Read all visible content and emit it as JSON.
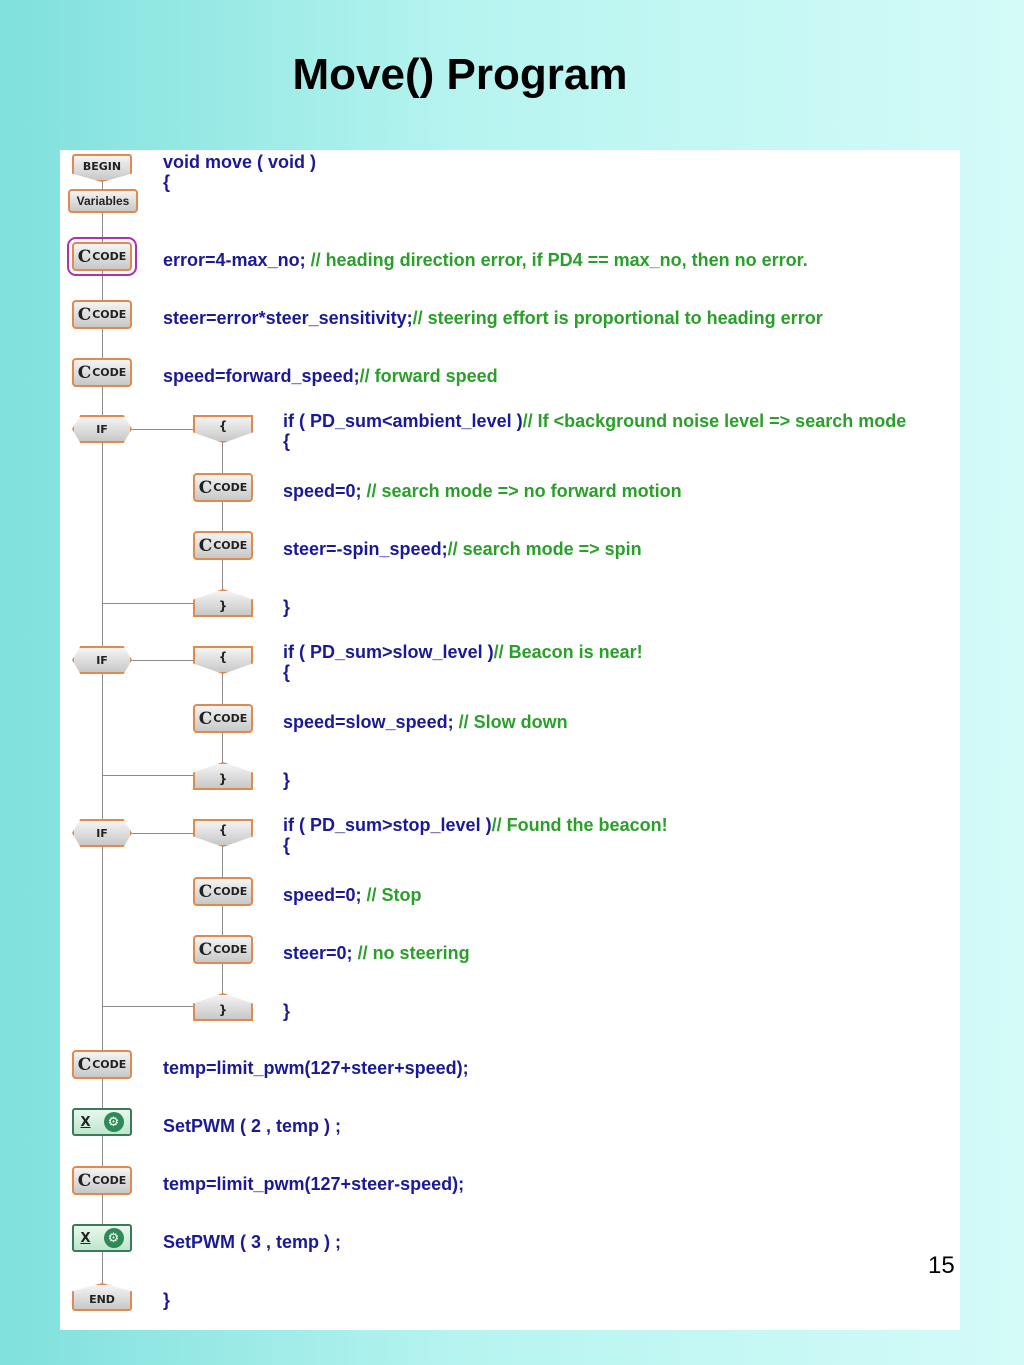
{
  "title": "Move() Program",
  "page_number": "15",
  "colors": {
    "code_text": "#1a1a99",
    "comment_text": "#2aa02a",
    "block_border": "#e08a4e",
    "selection": "#b030b0"
  },
  "blocks": {
    "begin": "BEGIN",
    "variables": "Variables",
    "code": "CODE",
    "if": "IF",
    "brace_open": "{",
    "brace_close": "}",
    "end": "END",
    "func_x": "X"
  },
  "lines": {
    "func_decl": "void move ( void )",
    "open_brace": "{",
    "error_code": "error=4-max_no;",
    "error_comment": " // heading direction error, if PD4 == max_no, then no error.",
    "steer_code": "steer=error*steer_sensitivity;",
    "steer_comment": "// steering effort is proportional to heading error",
    "speed_code": "speed=forward_speed;",
    "speed_comment": "// forward speed",
    "if1_code": "if ( PD_sum<ambient_level )",
    "if1_comment": "// If <background noise level => search mode",
    "if1_open": "{",
    "if1_s1_code": "speed=0;",
    "if1_s1_comment": " // search mode => no forward motion",
    "if1_s2_code": "steer=-spin_speed;",
    "if1_s2_comment": "// search mode => spin",
    "if1_close": "}",
    "if2_code": "if ( PD_sum>slow_level )",
    "if2_comment": "// Beacon is near!",
    "if2_open": "{",
    "if2_s1_code": "speed=slow_speed;",
    "if2_s1_comment": " // Slow down",
    "if2_close": "}",
    "if3_code": "if ( PD_sum>stop_level )",
    "if3_comment": "// Found the beacon!",
    "if3_open": "{",
    "if3_s1_code": "speed=0;",
    "if3_s1_comment": " // Stop",
    "if3_s2_code": "steer=0;",
    "if3_s2_comment": " // no steering",
    "if3_close": "}",
    "temp1": "temp=limit_pwm(127+steer+speed);",
    "setpwm1": "SetPWM ( 2 , temp ) ;",
    "temp2": "temp=limit_pwm(127+steer-speed);",
    "setpwm2": "SetPWM ( 3 , temp ) ;",
    "close_brace": "}"
  }
}
